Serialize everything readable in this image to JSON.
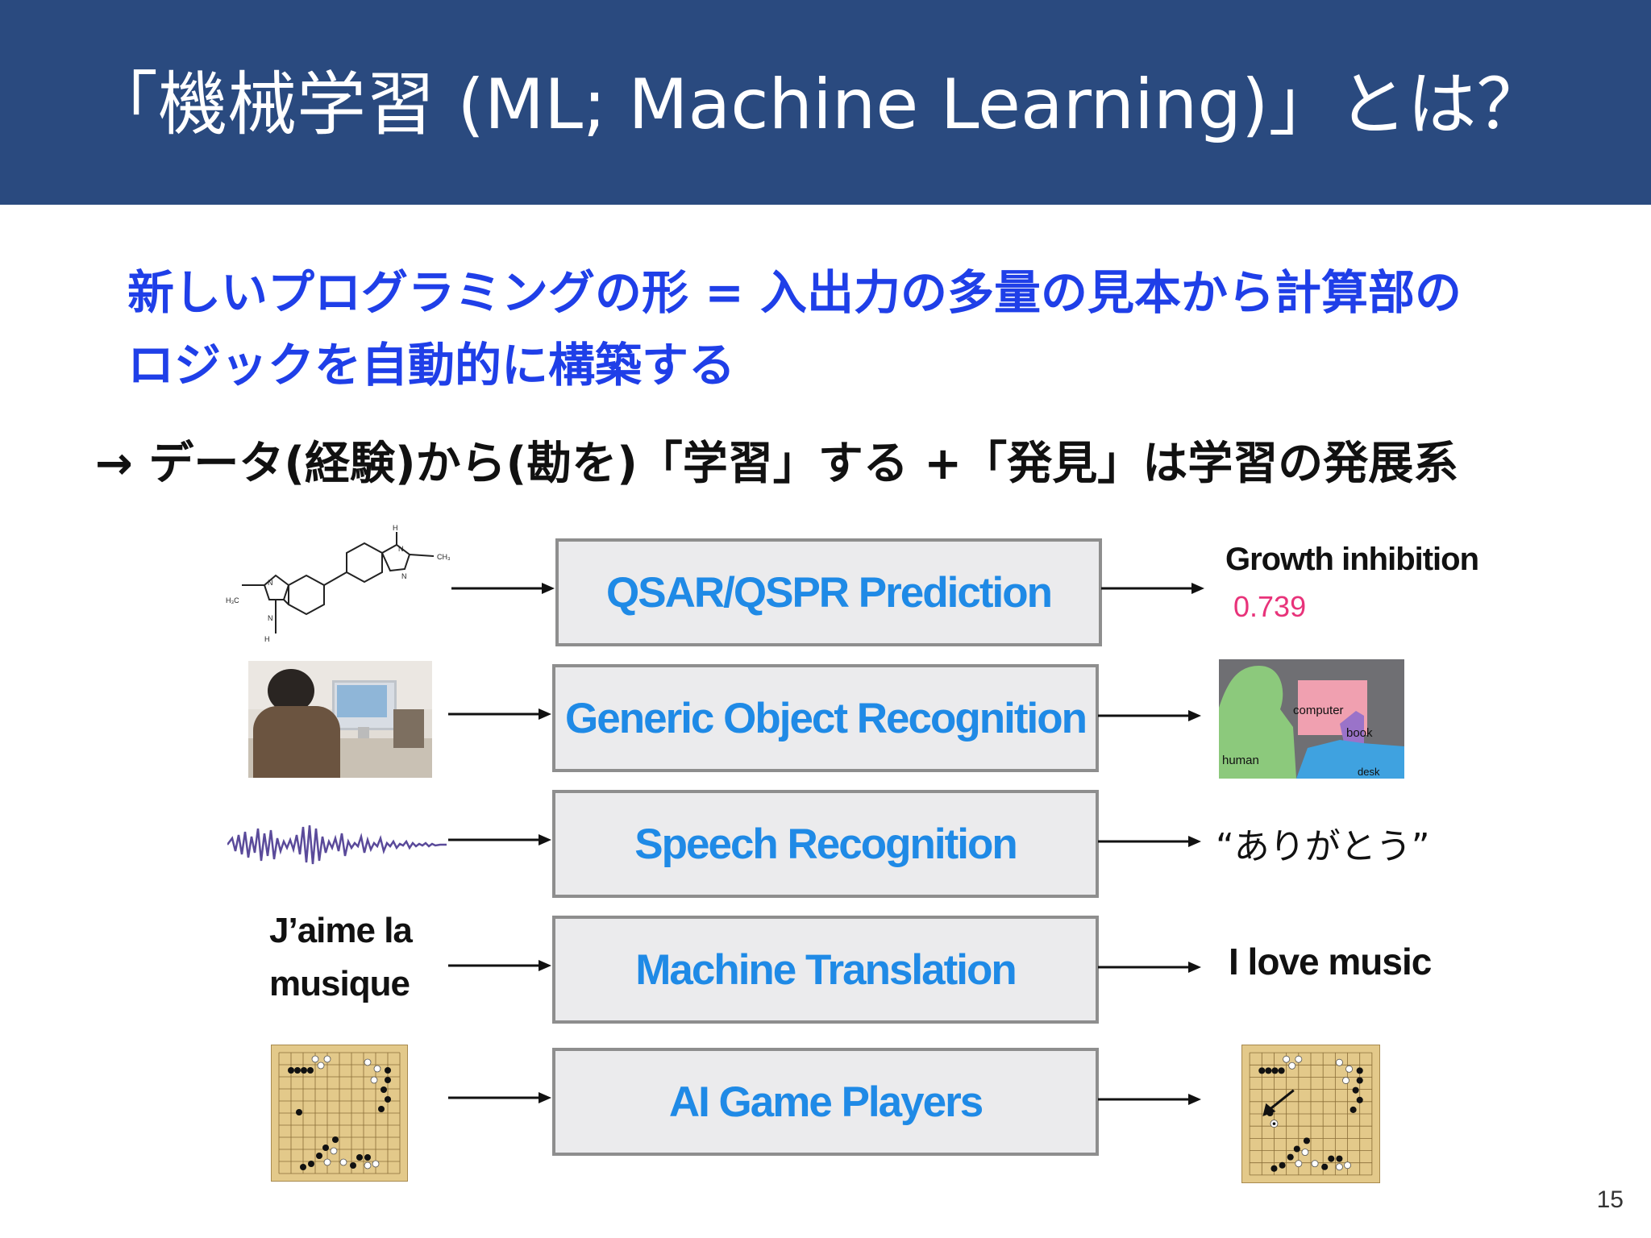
{
  "slide": {
    "title": "「機械学習 (ML; Machine Learning)」とは？",
    "definition_line1": "新しいプログラミングの形 = 入出力の多量の見本から計算部の",
    "definition_line2": "ロジックを自動的に構築する",
    "arrow_line": "→ データ(経験)から(勘を)「学習」する +「発見」は学習の発展系",
    "page_number": "15"
  },
  "rows": [
    {
      "task": "QSAR/QSPR Prediction",
      "input_icon": "molecule-structure",
      "output_label": "Growth inhibition",
      "output_value": "0.739"
    },
    {
      "task": "Generic Object Recognition",
      "input_icon": "person-at-computer-photo",
      "output_icon": "segmentation-map"
    },
    {
      "task": "Speech Recognition",
      "input_icon": "waveform",
      "output_text": "“ありがとう”"
    },
    {
      "task": "Machine Translation",
      "input_line1": "J’aime la",
      "input_line2": "musique",
      "output_text": "I love music"
    },
    {
      "task": "AI Game Players",
      "input_icon": "go-board",
      "output_icon": "go-board-with-move"
    }
  ],
  "molecule_labels": {
    "h_top": "H",
    "n_top": "N",
    "ch3_right": "CH₃",
    "n_right": "N",
    "n_left_top": "N",
    "h3c": "H₃C",
    "n_left_bottom": "N",
    "h_bottom": "H"
  },
  "segmentation_labels": {
    "computer": "computer",
    "book": "book",
    "human": "human",
    "desk": "desk"
  },
  "colors": {
    "header": "#2a4a7f",
    "definition": "#1f3fe8",
    "task_text": "#1f8ae6",
    "value": "#e8337a",
    "box_fill": "#ebebed",
    "box_border": "#8e8e8e"
  }
}
